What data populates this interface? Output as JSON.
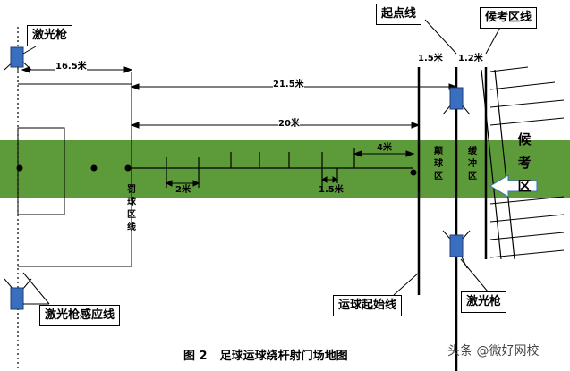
{
  "callouts": {
    "laser_gun_top": "激光枪",
    "start_line": "起点线",
    "waiting_area_line": "候考区线",
    "laser_sensor_line": "激光枪感应线",
    "dribble_start_line": "运球起始线",
    "laser_gun_bottom": "激光枪"
  },
  "dimensions": {
    "d_16_5": "16.5米",
    "d_21_5": "21.5米",
    "d_20": "20米",
    "d_4": "4米",
    "d_1_5_top_a": "1.5米",
    "d_1_2_top": "1.2米",
    "d_2": "2米",
    "d_1_5_mid": "1.5米"
  },
  "zones": {
    "penalty_area_line": "罚球区线",
    "dribble_zone": "颠球区",
    "buffer_zone": "缓冲区",
    "waiting_zone": "候考区"
  },
  "caption": {
    "figure_no": "图 2",
    "title": "足球运球绕杆射门场地图"
  },
  "watermark": "头条 @微好网校",
  "colors": {
    "field_green": "#5d9a3a",
    "equipment_blue": "#3a6fbf"
  }
}
